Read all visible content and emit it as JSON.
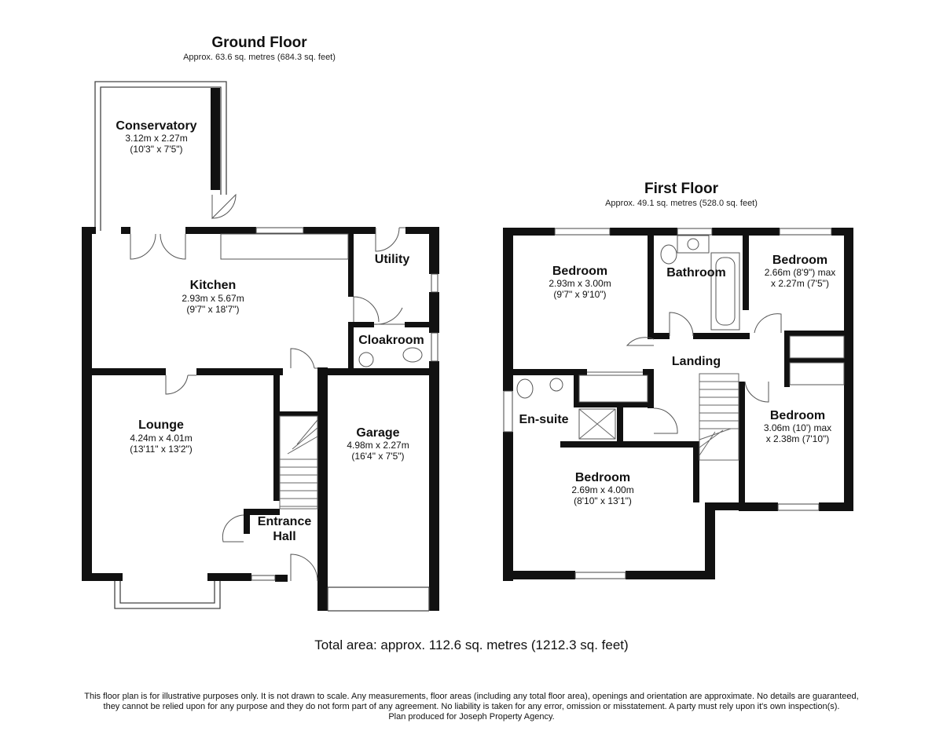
{
  "ground_floor": {
    "title": "Ground Floor",
    "area": "Approx. 63.6 sq. metres (684.3 sq. feet)",
    "rooms": {
      "conservatory": {
        "name": "Conservatory",
        "dim_m": "3.12m x 2.27m",
        "dim_ft": "(10'3\" x 7'5\")"
      },
      "kitchen": {
        "name": "Kitchen",
        "dim_m": "2.93m x 5.67m",
        "dim_ft": "(9'7\" x 18'7\")"
      },
      "utility": {
        "name": "Utility"
      },
      "cloakroom": {
        "name": "Cloakroom"
      },
      "lounge": {
        "name": "Lounge",
        "dim_m": "4.24m x 4.01m",
        "dim_ft": "(13'11\" x 13'2\")"
      },
      "garage": {
        "name": "Garage",
        "dim_m": "4.98m x 2.27m",
        "dim_ft": "(16'4\" x 7'5\")"
      },
      "entrance_hall": {
        "name_line1": "Entrance",
        "name_line2": "Hall"
      }
    }
  },
  "first_floor": {
    "title": "First Floor",
    "area": "Approx. 49.1 sq. metres (528.0 sq. feet)",
    "rooms": {
      "bedroom_top_left": {
        "name": "Bedroom",
        "dim_m": "2.93m x 3.00m",
        "dim_ft": "(9'7\" x 9'10\")"
      },
      "bathroom": {
        "name": "Bathroom"
      },
      "bedroom_top_right": {
        "name": "Bedroom",
        "dim_line1": "2.66m (8'9\") max",
        "dim_line2": "x 2.27m (7'5\")"
      },
      "landing": {
        "name": "Landing"
      },
      "en_suite": {
        "name": "En-suite"
      },
      "bedroom_right": {
        "name": "Bedroom",
        "dim_line1": "3.06m (10') max",
        "dim_line2": "x 2.38m (7'10\")"
      },
      "bedroom_bottom": {
        "name": "Bedroom",
        "dim_m": "2.69m x 4.00m",
        "dim_ft": "(8'10\" x 13'1\")"
      }
    }
  },
  "total_area": "Total area: approx. 112.6 sq. metres (1212.3 sq. feet)",
  "disclaimer": {
    "line1": "This floor plan is for illustrative purposes only. It is not drawn to scale. Any measurements, floor areas (including any total floor area), openings and orientation are approximate. No details are guaranteed,",
    "line2": "they cannot be relied upon for any purpose and they do not form part of any agreement. No liability is taken for any error, omission or misstatement. A party must rely upon it's own inspection(s).",
    "line3": "Plan produced for Joseph Property Agency."
  }
}
